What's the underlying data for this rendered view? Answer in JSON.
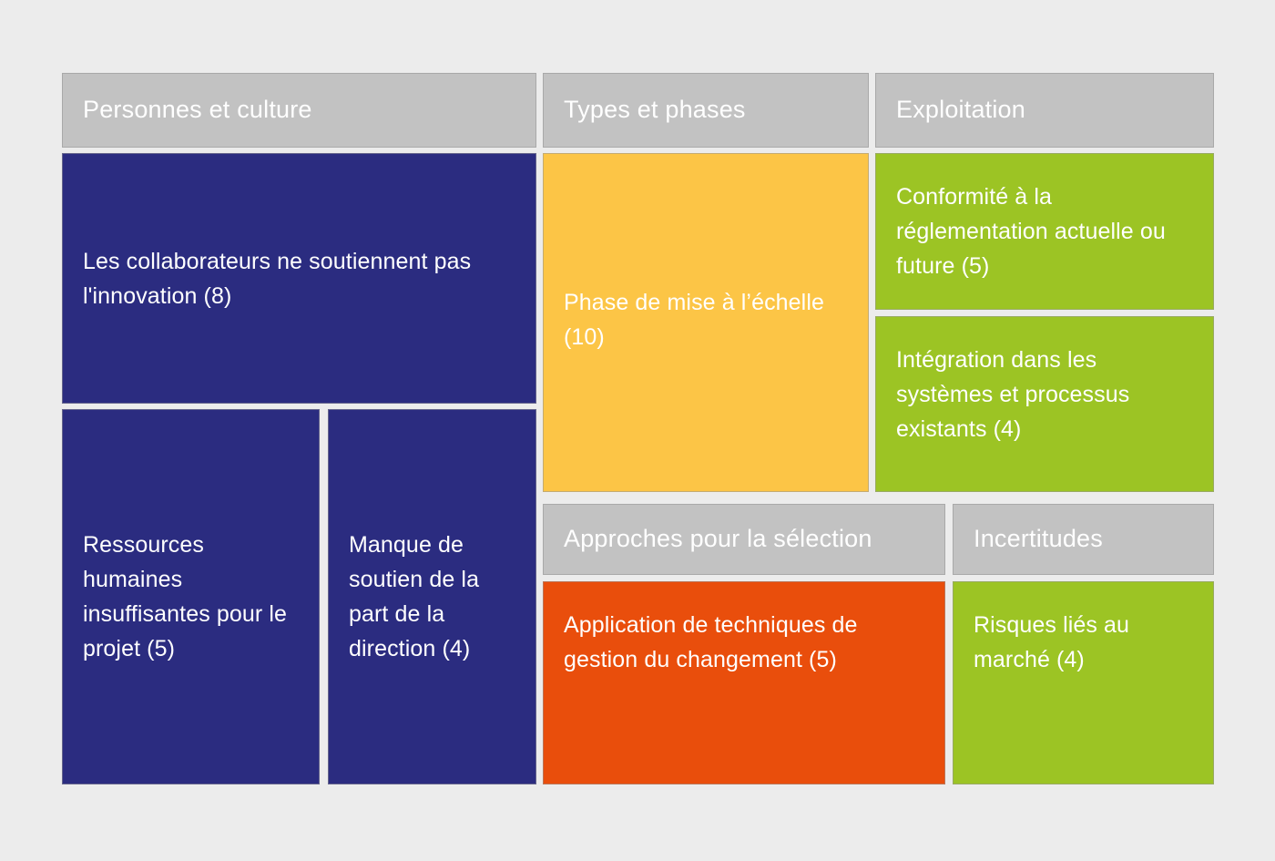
{
  "chart_data": {
    "type": "treemap",
    "title": "",
    "language": "fr",
    "legend": null,
    "grid": false,
    "colors": {
      "background": "#ececec",
      "group_header": "#c2c2c2",
      "blue": "#2b2c80",
      "yellow": "#fcc546",
      "green": "#9cc424",
      "orange": "#e94e0c",
      "label_text": "#ffffff",
      "tile_border": "#969696"
    },
    "groups": [
      {
        "name": "Personnes et culture",
        "color": "#2b2c80",
        "items": [
          {
            "label": "Les collaborateurs ne soutiennent pas l'innovation (8)",
            "value": 8
          },
          {
            "label": "Ressources humaines insuffisantes pour le projet (5)",
            "value": 5
          },
          {
            "label": "Manque de soutien de la part de la direction (4)",
            "value": 4
          }
        ]
      },
      {
        "name": "Types et phases",
        "color": "#fcc546",
        "items": [
          {
            "label": "Phase de mise à l’échelle (10)",
            "value": 10
          }
        ]
      },
      {
        "name": "Exploitation",
        "color": "#9cc424",
        "items": [
          {
            "label": "Conformité à la réglementation actuelle ou future (5)",
            "value": 5
          },
          {
            "label": "Intégration dans les systèmes et processus existants (4)",
            "value": 4
          }
        ]
      },
      {
        "name": "Approches pour la sélection",
        "color": "#e94e0c",
        "items": [
          {
            "label": "Application de techniques de gestion du changement (5)",
            "value": 5
          }
        ]
      },
      {
        "name": "Incertitudes",
        "color": "#9cc424",
        "items": [
          {
            "label": "Risques liés au marché (4)",
            "value": 4
          }
        ]
      }
    ]
  },
  "headers": {
    "people": "Personnes et culture",
    "types": "Types et phases",
    "exploitation": "Exploitation",
    "approaches": "Approches pour la sélection",
    "uncertainties": "Incertitudes"
  },
  "tiles": {
    "employees": "Les collaborateurs ne soutiennent pas l'innovation (8)",
    "hr": "Ressources humaines insuffisantes pour le projet (5)",
    "management": "Manque de soutien de la part de la direction (4)",
    "scaling": "Phase de mise à l’échelle (10)",
    "compliance": "Conformité à la réglementation actuelle ou future (5)",
    "integration": "Intégration dans les systèmes et processus existants (4)",
    "change_management": "Application de techniques de gestion du changement (5)",
    "market_risks": "Risques liés au marché (4)"
  }
}
